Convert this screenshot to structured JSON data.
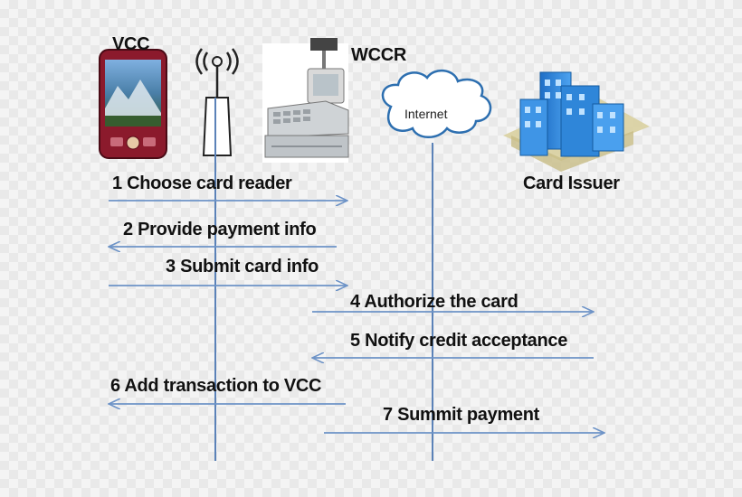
{
  "participants": {
    "vcc": "VCC",
    "wccr": "WCCR",
    "internet": "Internet",
    "card_issuer": "Card Issuer"
  },
  "steps": [
    {
      "label": "1 Choose card reader",
      "direction": "right"
    },
    {
      "label": "2 Provide payment info",
      "direction": "left"
    },
    {
      "label": "3 Submit card info",
      "direction": "right"
    },
    {
      "label": "4 Authorize the card",
      "direction": "right"
    },
    {
      "label": "5 Notify credit acceptance",
      "direction": "left"
    },
    {
      "label": "6 Add transaction to VCC",
      "direction": "left"
    },
    {
      "label": "7 Summit payment",
      "direction": "right"
    }
  ],
  "colors": {
    "lifeline": "#5b82b8",
    "arrow": "#6d93c7",
    "phone_body": "#8b1a2c",
    "building": "#2f86d9"
  },
  "icons": [
    "phone-icon",
    "antenna-icon",
    "cash-register-icon",
    "cloud-icon",
    "building-icon"
  ]
}
